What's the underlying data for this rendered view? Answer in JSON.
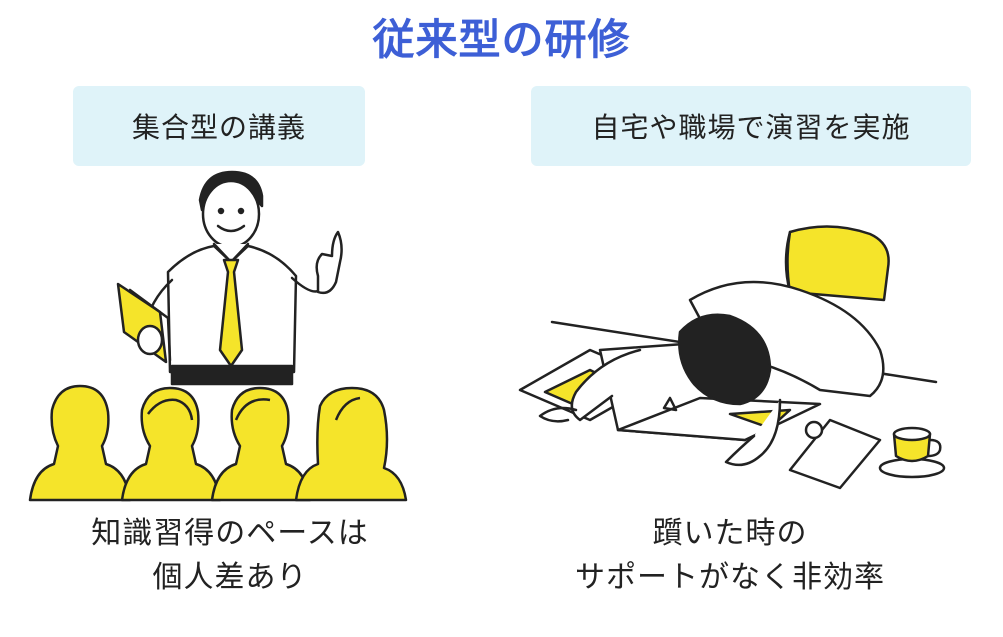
{
  "title": "従来型の研修",
  "left_panel": {
    "label": "集合型の講義",
    "caption_line1": "知識習得のペースは",
    "caption_line2": "個人差あり"
  },
  "right_panel": {
    "label": "自宅や職場で演習を実施",
    "caption_line1": "躓いた時の",
    "caption_line2": "サポートがなく非効率"
  },
  "colors": {
    "title": "#3d5fd6",
    "label_bg": "#dff3f9",
    "accent_yellow": "#f5e42a",
    "ink": "#222222"
  },
  "icons": {
    "left_illustration": "lecturer-with-audience",
    "right_illustration": "person-asleep-on-laptop"
  }
}
